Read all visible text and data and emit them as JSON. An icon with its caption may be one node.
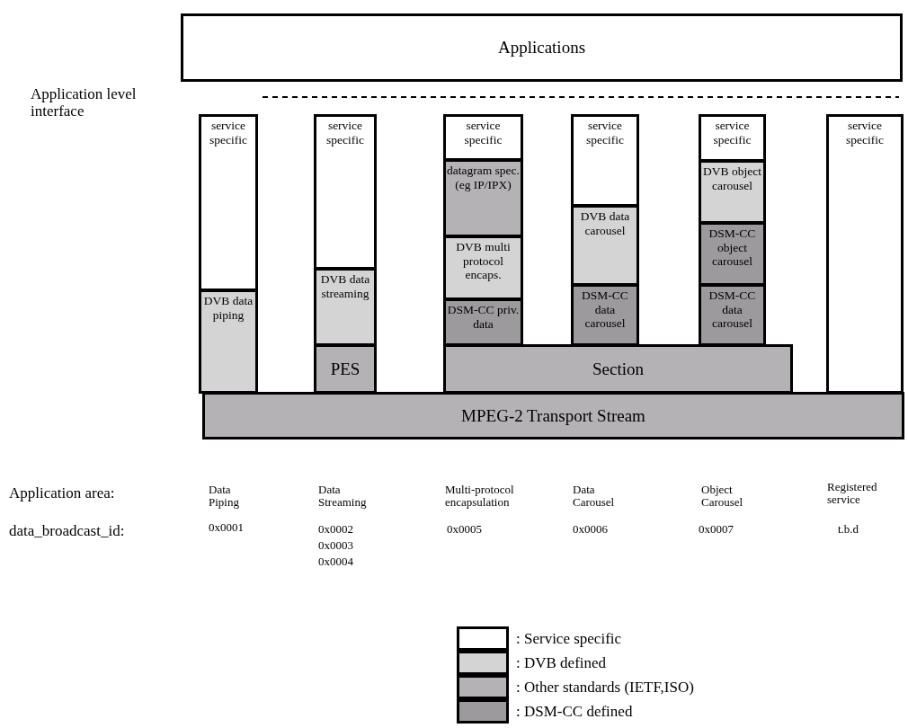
{
  "diagram": {
    "nodes": [
      {
        "text": [
          "Applications"
        ]
      },
      {
        "text": [
          "service specific"
        ]
      },
      {
        "text": [
          "DVB data piping"
        ]
      },
      {
        "text": [
          "service specific"
        ]
      },
      {
        "text": [
          "DVB data streaming"
        ]
      },
      {
        "text": [
          "PES"
        ]
      },
      {
        "text": [
          "service specific"
        ]
      },
      {
        "text": [
          "datagram spec. (eg IP/IPX)"
        ]
      },
      {
        "text": [
          "DVB multi protocol encaps."
        ]
      },
      {
        "text": [
          "DSM-CC priv. data"
        ]
      },
      {
        "text": [
          "service specific"
        ]
      },
      {
        "text": [
          "DVB data carousel"
        ]
      },
      {
        "text": [
          "DSM-CC data carousel"
        ]
      },
      {
        "text": [
          "service specific"
        ]
      },
      {
        "text": [
          "DVB object carousel"
        ]
      },
      {
        "text": [
          "DSM-CC object carousel"
        ]
      },
      {
        "text": [
          "DSM-CC data carousel"
        ]
      },
      {
        "text": [
          "service specific"
        ]
      },
      {
        "text": [
          "Section"
        ]
      },
      {
        "text": [
          "MPEG-2 Transport Stream"
        ]
      }
    ],
    "labels": [
      "Application level interface",
      "Application area:",
      "Data Piping",
      "Data Streaming",
      "Multi-protocol encapsulation",
      "Data Carousel",
      "Object Carousel",
      "Registered service",
      "data_broadcast_id:",
      "0x0001",
      "0x0002",
      "0x0003",
      "0x0004",
      "0x0005",
      "0x0006",
      "0x0007",
      "t.b.d"
    ],
    "legend": [
      {
        "text": ": Service specific",
        "color": "#ffffff"
      },
      {
        "text": ": DVB defined",
        "color": "#d4d4d4"
      },
      {
        "text": ": Other standards (IETF,ISO)",
        "color": "#b4b2b4"
      },
      {
        "text": ": DSM-CC defined",
        "color": "#9c9a9c"
      }
    ]
  }
}
